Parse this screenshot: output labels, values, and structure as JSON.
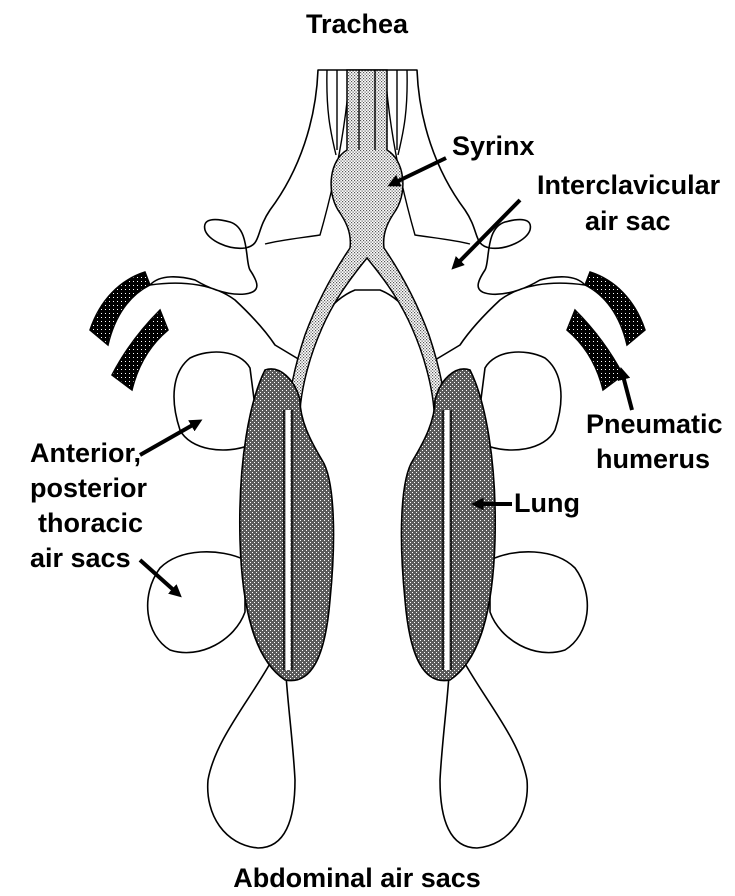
{
  "labels": {
    "trachea": "Trachea",
    "syrinx": "Syrinx",
    "interclavicular_line1": "Interclavicular",
    "interclavicular_line2": "air sac",
    "pneumatic_line1": "Pneumatic",
    "pneumatic_line2": "humerus",
    "thoracic_line1": "Anterior,",
    "thoracic_line2": "posterior",
    "thoracic_line3": "thoracic",
    "thoracic_line4": "air sacs",
    "lung": "Lung",
    "abdominal": "Abdominal air sacs"
  },
  "colors": {
    "lung_fill": "#6f6f6f",
    "light_fill": "#c8c8c8",
    "humerus_fill": "#141414",
    "outline": "#000000",
    "background": "#ffffff"
  }
}
